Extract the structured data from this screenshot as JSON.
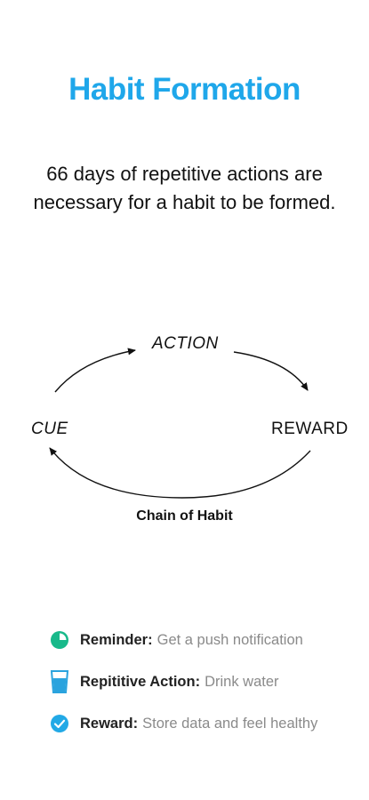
{
  "header": {
    "title": "Habit Formation",
    "subtitle_line1": "66 days of repetitive actions are",
    "subtitle_line2": "necessary for a habit to be formed."
  },
  "diagram": {
    "action_label": "ACTION",
    "cue_label": "CUE",
    "reward_label": "REWARD",
    "caption": "Chain of Habit"
  },
  "legend": {
    "items": [
      {
        "icon": "clock-icon",
        "key": "Reminder:",
        "value": "Get a push notification"
      },
      {
        "icon": "water-glass-icon",
        "key": "Repititive Action:",
        "value": "Drink water"
      },
      {
        "icon": "check-circle-icon",
        "key": "Reward:",
        "value": "Store data and feel healthy"
      }
    ]
  },
  "colors": {
    "accent": "#1fa7ea",
    "reminder_icon": "#18b98a",
    "water_icon": "#2aa3de",
    "check_icon": "#22a9e6",
    "muted_text": "#8a8a8a"
  }
}
